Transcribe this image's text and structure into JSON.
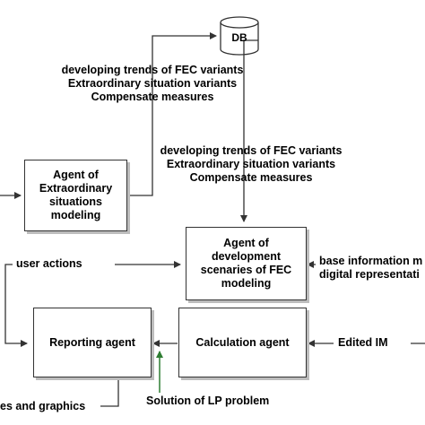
{
  "db": {
    "label": "DB"
  },
  "annotations": {
    "top": [
      "developing trends of FEC variants",
      "Extraordinary situation variants",
      "Compensate measures"
    ],
    "middle": [
      "developing trends of FEC variants",
      "Extraordinary situation variants",
      "Compensate measures"
    ],
    "base_info": [
      "base information m",
      "digital representati"
    ],
    "user_actions": "user actions",
    "edited_im": "Edited IM",
    "lp_solution": "Solution of LP problem",
    "tables_graphics": "es and graphics"
  },
  "agents": {
    "extraordinary": [
      "Agent of",
      "Extraordinary",
      "situations",
      "modeling"
    ],
    "development": [
      "Agent of",
      "development",
      "scenaries of FEC",
      "modeling"
    ],
    "reporting": [
      "Reporting agent"
    ],
    "calculation": [
      "Calculation agent"
    ]
  },
  "colors": {
    "lp_arrow": "#2e7d32",
    "line": "#333333",
    "shadow": "#bdbdbd"
  }
}
